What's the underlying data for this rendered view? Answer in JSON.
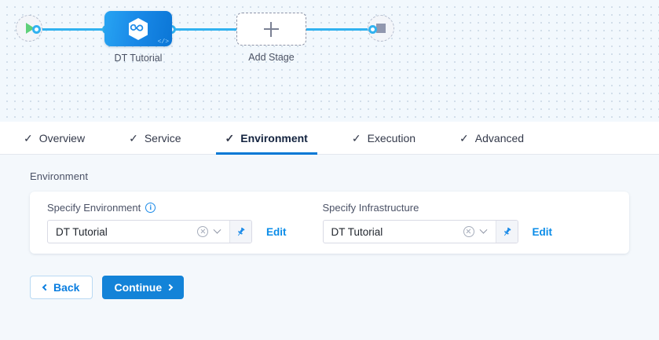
{
  "canvas": {
    "start_node": {
      "name": "pipeline-start",
      "icon": "play-icon"
    },
    "end_node": {
      "name": "pipeline-end",
      "icon": "stop-icon"
    },
    "stage": {
      "label": "DT Tutorial",
      "icon": "harness-hexagon-icon",
      "code_glyph": "</>",
      "color": "#1a8ae8"
    },
    "add_stage": {
      "label": "Add Stage",
      "icon": "plus-icon"
    }
  },
  "tabs": [
    {
      "label": "Overview",
      "check": "✓",
      "active": false
    },
    {
      "label": "Service",
      "check": "✓",
      "active": false
    },
    {
      "label": "Environment",
      "check": "✓",
      "active": true
    },
    {
      "label": "Execution",
      "check": "✓",
      "active": false
    },
    {
      "label": "Advanced",
      "check": "✓",
      "active": false
    }
  ],
  "main": {
    "section_title": "Environment",
    "environment_field": {
      "label": "Specify Environment",
      "info_icon": "i",
      "value": "DT Tutorial",
      "edit_label": "Edit",
      "pin_icon": "pin-icon",
      "clear_icon": "clear-icon",
      "chevron_icon": "chevron-down-icon"
    },
    "infrastructure_field": {
      "label": "Specify Infrastructure",
      "value": "DT Tutorial",
      "edit_label": "Edit",
      "pin_icon": "pin-icon",
      "clear_icon": "clear-icon",
      "chevron_icon": "chevron-down-icon"
    }
  },
  "footer": {
    "back_label": "Back",
    "continue_label": "Continue"
  },
  "colors": {
    "accent": "#0278d5",
    "edge": "#31b2f0",
    "link": "#0a8ce8",
    "start": "#5fd07a",
    "end": "#9197ae"
  }
}
